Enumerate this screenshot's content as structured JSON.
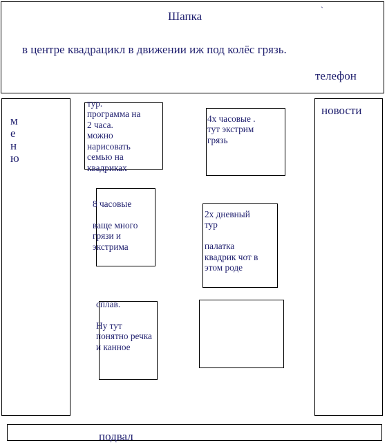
{
  "header": {
    "title": "Шапка",
    "description": "в центре квадрацикл в движении иж под колёс грязь.",
    "phone": "телефон",
    "mark": "`"
  },
  "sidebar_left": {
    "label": "м\nе\nн\nю"
  },
  "sidebar_right": {
    "label": "новости"
  },
  "footer": {
    "label": "подвал"
  },
  "cards": {
    "tour_2h": "тур.\nпрограмма на\n2 часа.\nможно\nнарисовать\nсемью на\nквадриках",
    "tour_4h": "4х часовые .\nтут экстрим\nгрязь",
    "tour_8h": "8 часовые\n\nваще много\nгрязи и\nэкстрима",
    "tour_2d": "2х дневный\nтур\n\nпалатка\nквадрик чот в\nэтом роде",
    "rafting": "сплав.\n\nНу тут\nпонятно речка\nи канное"
  }
}
